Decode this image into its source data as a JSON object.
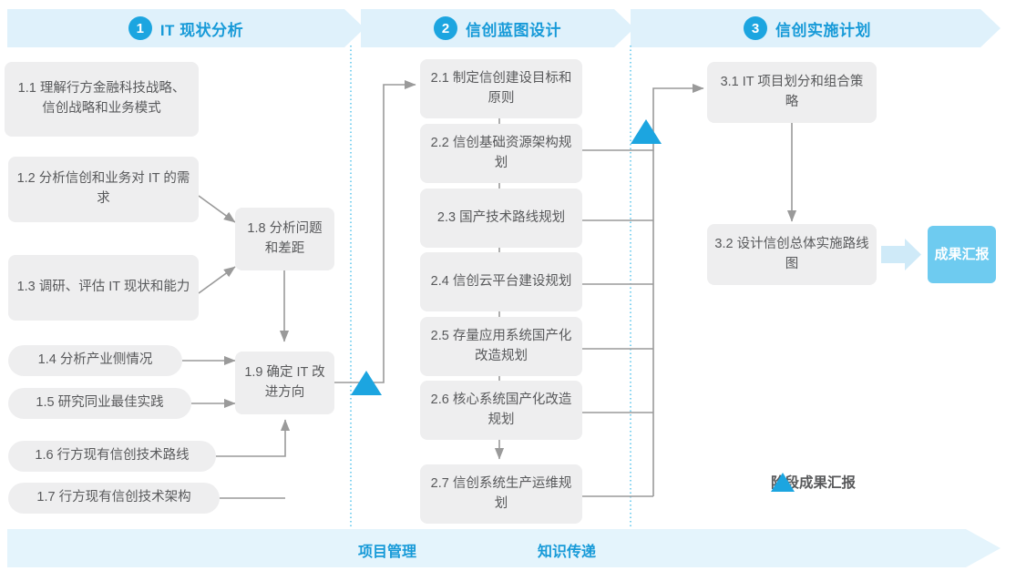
{
  "phases": [
    {
      "number": "1",
      "label": "IT 现状分析"
    },
    {
      "number": "2",
      "label": "信创蓝图设计"
    },
    {
      "number": "3",
      "label": "信创实施计划"
    }
  ],
  "phase1_tasks": [
    {
      "id": "1.1",
      "text": "1.1 理解行方金融科技战略、信创战略和业务模式"
    },
    {
      "id": "1.2",
      "text": "1.2 分析信创和业务对 IT 的需求"
    },
    {
      "id": "1.3",
      "text": "1.3 调研、评估 IT 现状和能力"
    },
    {
      "id": "1.4",
      "text": "1.4 分析产业侧情况"
    },
    {
      "id": "1.5",
      "text": "1.5 研究同业最佳实践"
    },
    {
      "id": "1.6",
      "text": "1.6 行方现有信创技术路线"
    },
    {
      "id": "1.7",
      "text": "1.7 行方现有信创技术架构"
    },
    {
      "id": "1.8",
      "text": "1.8 分析问题和差距"
    },
    {
      "id": "1.9",
      "text": "1.9 确定 IT 改进方向"
    }
  ],
  "phase2_tasks": [
    {
      "id": "2.1",
      "text": "2.1 制定信创建设目标和原则"
    },
    {
      "id": "2.2",
      "text": "2.2 信创基础资源架构规划"
    },
    {
      "id": "2.3",
      "text": "2.3 国产技术路线规划"
    },
    {
      "id": "2.4",
      "text": "2.4 信创云平台建设规划"
    },
    {
      "id": "2.5",
      "text": "2.5 存量应用系统国产化改造规划"
    },
    {
      "id": "2.6",
      "text": "2.6 核心系统国产化改造规划"
    },
    {
      "id": "2.7",
      "text": "2.7 信创系统生产运维规划"
    }
  ],
  "phase3_tasks": [
    {
      "id": "3.1",
      "text": "3.1 IT 项目划分和组合策略"
    },
    {
      "id": "3.2",
      "text": "3.2 设计信创总体实施路线图"
    }
  ],
  "result_chip": {
    "text": "成果汇报"
  },
  "legend": {
    "label": "阶段成果汇报"
  },
  "footer": {
    "labels": [
      "项目管理",
      "知识传递"
    ]
  },
  "colors": {
    "band": "#dff1fb",
    "accent": "#1ca5e0",
    "accent_text": "#179ad8",
    "box_bg": "#eeeeef",
    "box_text": "#58595b",
    "chip_bg": "#6ecbf0",
    "connector": "#9a9a9a",
    "divider": "#4cc0ea",
    "footer_band": "#e4f4fc"
  }
}
